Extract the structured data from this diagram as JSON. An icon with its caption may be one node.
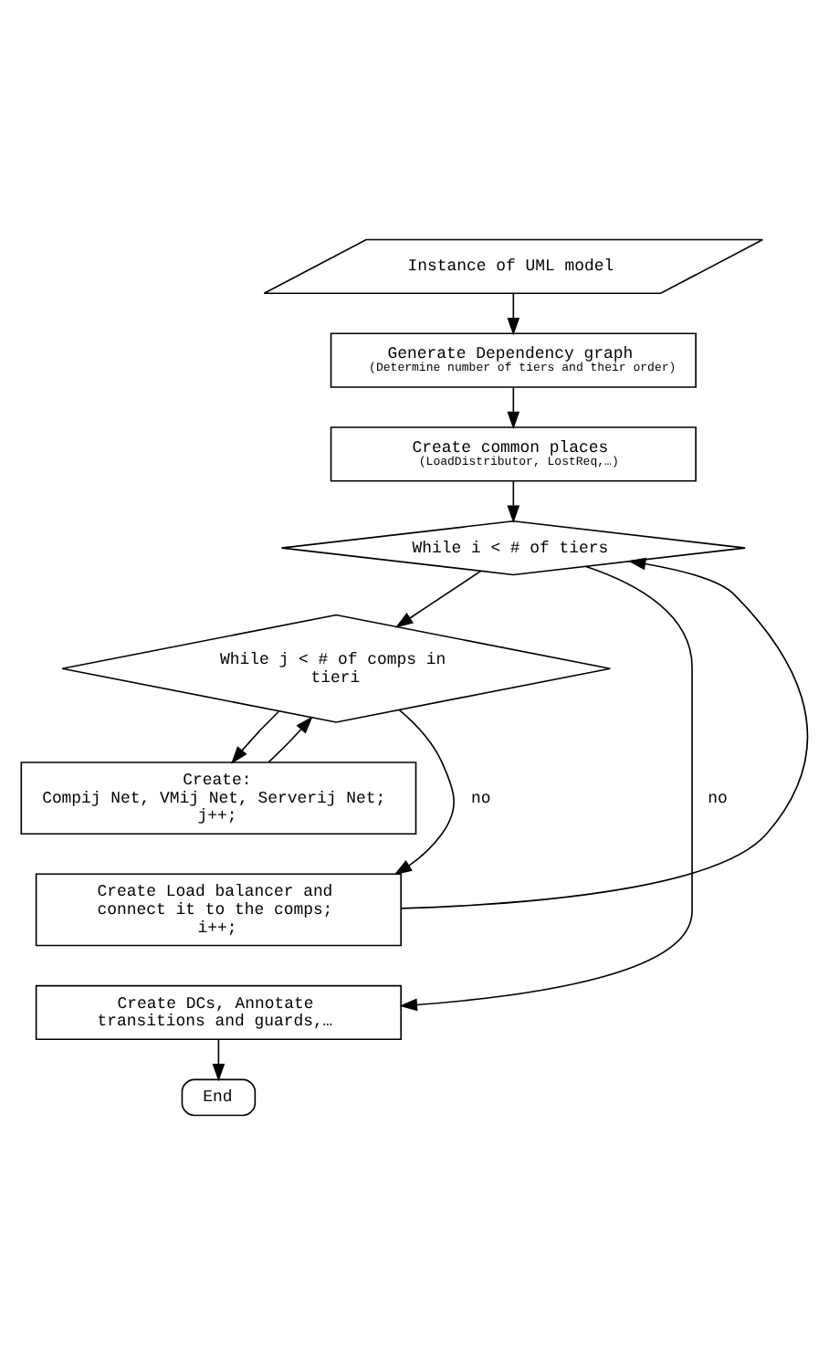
{
  "diagram": {
    "nodes": [
      {
        "text": [
          "Instance of UML model"
        ]
      },
      {
        "text": [
          "Generate Dependency graph",
          "(Determine number of tiers and their order)"
        ]
      },
      {
        "text": [
          "Create common places",
          "(LoadDistributor, LostReq,…)"
        ]
      },
      {
        "text": [
          "While i < # of tiers"
        ]
      },
      {
        "text": [
          "While j < # of comps in tieri"
        ]
      },
      {
        "text": [
          "Create:",
          "Compij Net, VMij Net, Serverij Net; j++;"
        ]
      },
      {
        "text": [
          "Create Load balancer and connect it to the comps; i++;"
        ]
      },
      {
        "text": [
          "Create DCs, Annotate transitions and guards,…"
        ]
      },
      {
        "text": [
          "End"
        ]
      }
    ],
    "edges": [
      {
        "from": 0,
        "to": 1,
        "arrow": "to"
      },
      {
        "from": 1,
        "to": 2,
        "arrow": "to"
      },
      {
        "from": 2,
        "to": 3,
        "arrow": "to"
      },
      {
        "from": 3,
        "to": 4,
        "arrow": "to"
      },
      {
        "from": 4,
        "to": 5,
        "arrow": "to"
      },
      {
        "from": 5,
        "to": 4,
        "arrow": "to"
      },
      {
        "from": 4,
        "to": 6,
        "arrow": "to",
        "label": "no"
      },
      {
        "from": 6,
        "to": 3,
        "arrow": "to"
      },
      {
        "from": 3,
        "to": 7,
        "arrow": "to",
        "label": "no"
      },
      {
        "from": 7,
        "to": 8,
        "arrow": "to"
      }
    ]
  }
}
